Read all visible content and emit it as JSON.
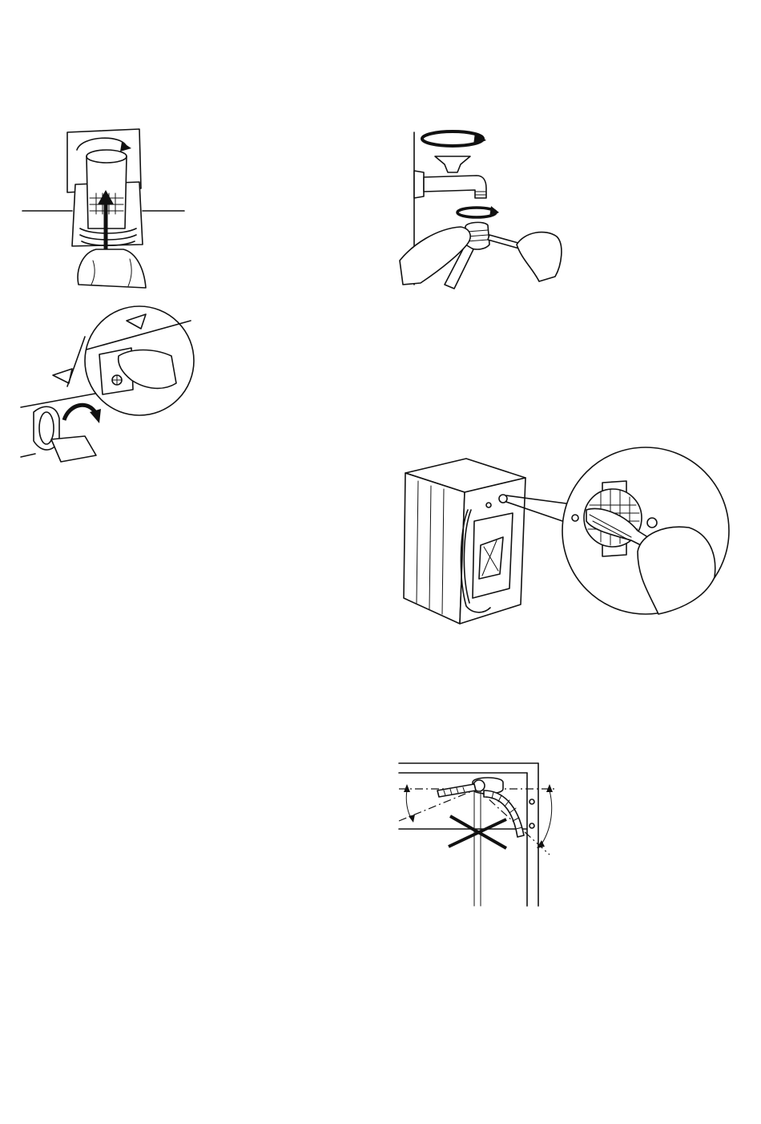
{
  "page": {
    "background": "#ffffff",
    "ink": "#111111"
  },
  "figures": [
    {
      "id": "pump-filter-removal",
      "icon": "pump-filter-icon"
    },
    {
      "id": "tap-inlet-filter-cleaning",
      "icon": "water-tap-icon"
    },
    {
      "id": "pump-cover-opening",
      "icon": "pump-cover-icon"
    },
    {
      "id": "rear-inlet-filter-brushing",
      "icon": "washing-machine-icon"
    },
    {
      "id": "inlet-hose-angle",
      "icon": "hose-angle-icon"
    }
  ]
}
